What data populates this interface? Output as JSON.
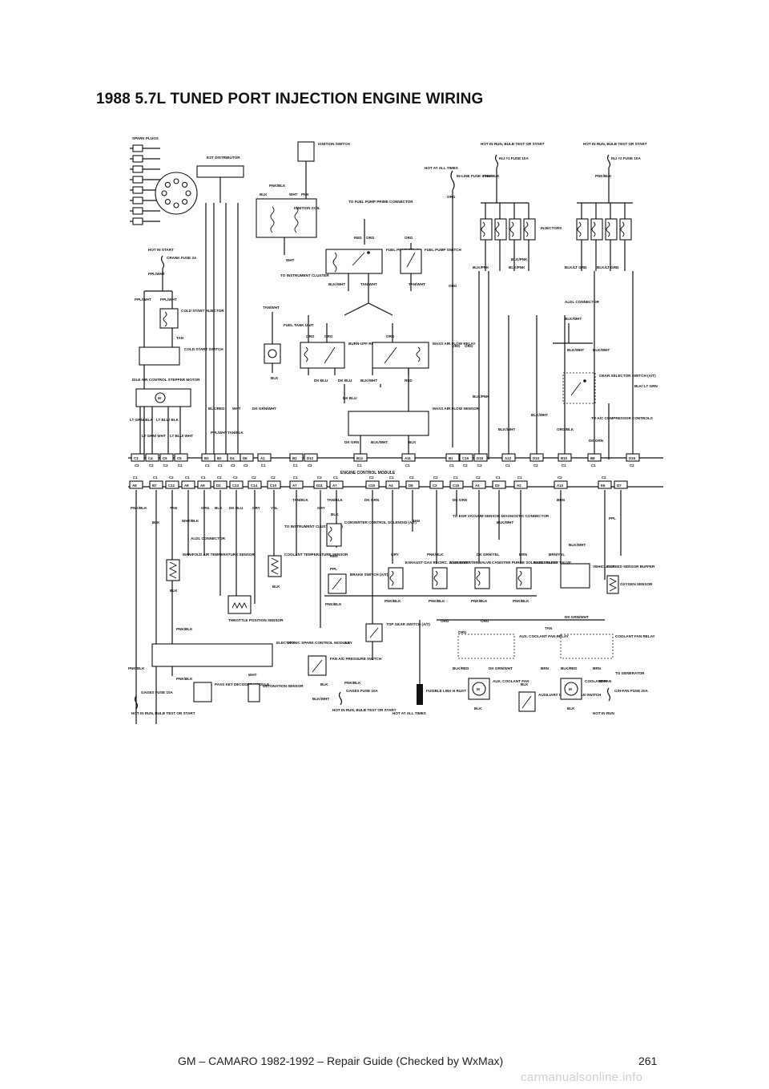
{
  "page": {
    "title": "1988 5.7L TUNED PORT INJECTION ENGINE WIRING",
    "footer_guide": "GM – CAMARO 1982-1992 – Repair Guide (Checked by WxMax)",
    "footer_page": "261",
    "watermark": "carmanualsonline.info"
  },
  "diagram": {
    "top": {
      "spark_plugs": "SPARK PLUGS",
      "est_distributor": "EST DISTRIBUTOR",
      "ignition_switch": "IGNITION SWITCH",
      "ignition_coil": "IGNITION COIL",
      "to_fuel_pump_prime": "TO FUEL PUMP PRIME CONNECTOR",
      "fuel_pump_relay": "FUEL PUMP RELAY",
      "fuel_pump_switch": "FUEL PUMP SWITCH",
      "hot_all_times": "HOT AT ALL TIMES",
      "inline_fuse": "IN-LINE FUSE 2 20A",
      "hot_run_1": "HOT IN RUN, BULB TEST OR START",
      "inj1_fuse": "INJ #1 FUSE 10A",
      "hot_run_2": "HOT IN RUN, BULB TEST OR START",
      "inj2_fuse": "INJ #2 FUSE 10A",
      "injectors": "INJECTORS",
      "to_instrument_cluster": "TO INSTRUMENT CLUSTER",
      "hot_in_start": "HOT IN START",
      "crank_fuse": "CRANK FUSE 3A",
      "cold_start_injector": "COLD START INJECTOR",
      "cold_start_switch": "COLD START SWITCH",
      "iac_motor": "IDLE AIR CONTROL STEPPER MOTOR",
      "fuel_tank_unit": "FUEL TANK UNIT",
      "burn_off_relay": "BURN-OFF RELAY",
      "maf_relay": "MASS AIR FLOW RELAY",
      "maf_sensor": "MASS AIR FLOW SENSOR",
      "aldl_connector": "ALDL CONNECTOR",
      "gear_selector": "GEAR SELECTOR SWITCH (A/T)",
      "to_ac": "TO A/C COMPRESSOR CONTROLS"
    },
    "wires": {
      "blk": "BLK",
      "pnk_blk": "PNK/BLK",
      "wht": "WHT",
      "pnk": "PNK",
      "red": "RED",
      "org": "ORG",
      "tan": "TAN",
      "tan_wht": "TAN/WHT",
      "tan_blk": "TAN/BLK",
      "blk_wht": "BLK/WHT",
      "ppl_wht": "PPL/WHT",
      "dk_blu": "DK BLU",
      "dk_grn": "DK GRN",
      "blk_pnk": "BLK/PNK",
      "blk_ltgrn": "BLK/LT GRN",
      "lt_grn_blk": "LT GRN/ BLK",
      "lt_blu_blk": "LT BLU/ BLK",
      "lt_grn_wht": "LT GRN/ WHT",
      "lt_blu_wht": "LT BLU/ WHT",
      "blk_red": "BLK/RED",
      "dk_grn_wht": "DK GRN/WHT",
      "org_blk": "ORG/BLK",
      "gry": "GRY",
      "yel": "YEL",
      "ppl": "PPL",
      "brn": "BRN",
      "brn_yel": "BRN/YEL",
      "dk_grn_yel": "DK GRN/YEL",
      "wht_blk": "WHT/BLK",
      "blk_lt_grn": "BLK/ LT GRN"
    },
    "ecm": {
      "label": "ENGINE CONTROL MODULE",
      "top_pins": [
        "C3",
        "C4",
        "C6",
        "C5",
        "B3",
        "B2",
        "D4",
        "D6",
        "A1",
        "B2",
        "D12",
        "B12",
        "A11",
        "B1",
        "C16",
        "D15",
        "A12",
        "D10",
        "B10",
        "B8",
        "D16"
      ],
      "top_conns": [
        "C2",
        "C2",
        "C2",
        "C2",
        "C1",
        "C1",
        "C2",
        "C2",
        "C1",
        "C1",
        "C2",
        "C1",
        "C1",
        "C1",
        "C2",
        "C2",
        "C1",
        "C2",
        "C1",
        "C1",
        "C2"
      ],
      "bottom_conns": [
        "C1",
        "C1",
        "C2",
        "C1",
        "C1",
        "C2",
        "C2",
        "C2",
        "C2",
        "C1",
        "C2",
        "C1",
        "C2",
        "C1",
        "C2",
        "C2",
        "C1",
        "C2",
        "C1",
        "C1",
        "C2",
        "C2"
      ],
      "bottom_pins": [
        "A8",
        "B7",
        "C12",
        "A8",
        "A9",
        "D2",
        "C13",
        "C14",
        "C10",
        "A7",
        "D11",
        "A7",
        "C15",
        "A4",
        "D8",
        "C2",
        "C16",
        "A3",
        "D3",
        "A2",
        "A10",
        "E6",
        "D7"
      ]
    },
    "bottom": {
      "aldl_connector": "ALDL CONNECTOR",
      "mat_sensor": "MANIFOLD AIR TEMPERATURE SENSOR",
      "tps": "THROTTLE POSITION SENSOR",
      "to_cluster_mt": "TO INSTRUMENT CLUSTER (M/T)",
      "coolant_temp": "COOLANT TEMPERATURE SENSOR",
      "converter_clutch": "CONVERTER CONTROL SOLENOID (A/T)",
      "brake_switch": "BRAKE SWITCH (A/T)",
      "egr": "EXHAUST GAS RECIRC. SOLENOID",
      "air_diverter": "A.I.R. DIVERTER VALVE",
      "canister": "CANISTER PURGE SOLENOID VALVE",
      "air_select": "A.I.R. SELECT VALVE",
      "vacuum_diag": "TO EGR VACUUM SENSOR DIAGNOSTIC CONNECTOR",
      "vss_buffer": "VEHICLE SPEED SENSOR BUFFER",
      "oxygen": "OXYGEN SENSOR",
      "esc_module": "ELECTRONIC SPARK CONTROL MODULE",
      "top_gear": "TOP GEAR SWITCH (A/T)",
      "fan_ac": "FAN A/C PRESSURE SWITCH",
      "aux_fan_relay": "AUX. COOLANT FAN RELAY",
      "coolant_fan_relay": "COOLANT FAN RELAY",
      "to_generator": "TO GENERATOR",
      "passkey": "PASS KEY DECODER MODULE",
      "detonation": "DETONATION SENSOR",
      "gages_fuse_1": "GAGES FUSE 10A",
      "hot_run_3": "HOT IN RUN, BULB TEST OR START",
      "gages_fuse_2": "GAGES FUSE 10A",
      "hot_run_4": "HOT IN RUN, BULB TEST OR START",
      "fusible_link": "FUSIBLE LINK H RUST",
      "hot_all_times": "HOT AT ALL TIMES",
      "aux_coolant_fan": "AUX. COOLANT FAN",
      "aux_coolant_fan_switch": "AUXILIARY COOLANT FAN SWITCH",
      "coolant_fan": "COOLANT FAN",
      "c_h_fan_fuse": "C/H-FAN FUSE 20A",
      "hot_in_run": "HOT IN RUN"
    }
  }
}
